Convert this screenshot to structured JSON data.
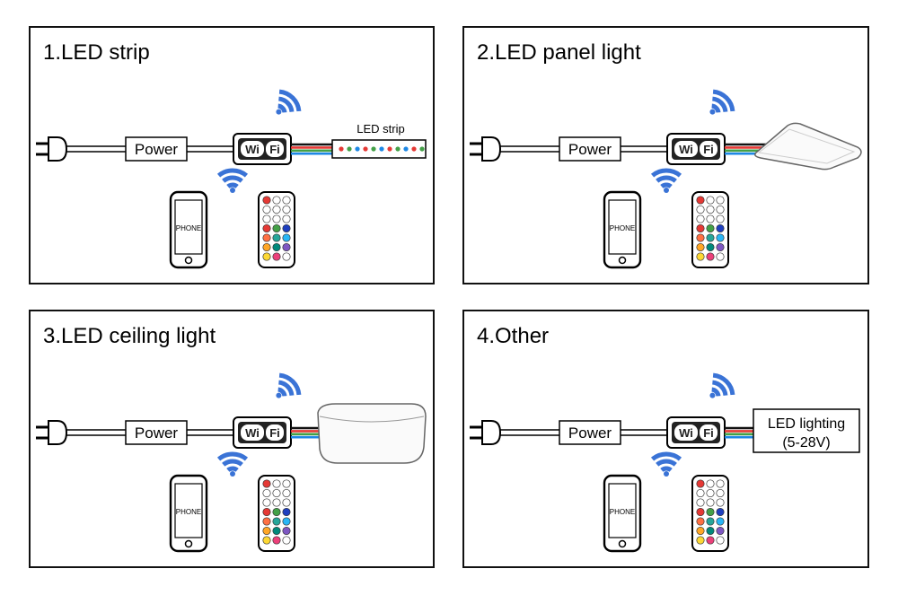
{
  "panels": [
    {
      "title": "1.LED strip",
      "power_label": "Power",
      "phone_label": "PHONE",
      "device_label": "LED strip"
    },
    {
      "title": "2.LED panel light",
      "power_label": "Power",
      "phone_label": "PHONE"
    },
    {
      "title": "3.LED ceiling light",
      "power_label": "Power",
      "phone_label": "PHONE"
    },
    {
      "title": "4.Other",
      "power_label": "Power",
      "phone_label": "PHONE",
      "device_label_line1": "LED lighting",
      "device_label_line2": "(5-28V)"
    }
  ],
  "controller": {
    "wi": "Wi",
    "fi": "Fi"
  },
  "colors": {
    "wifi_signal": "#3a73d6",
    "wire_red": "#e53935",
    "wire_green": "#43a047",
    "wire_blue": "#1e88e5",
    "wire_black": "#111111"
  },
  "remote_button_colors": [
    [
      "#e53935",
      "#ffffff",
      "#ffffff"
    ],
    [
      "#ffffff",
      "#ffffff",
      "#ffffff"
    ],
    [
      "#ffffff",
      "#ffffff",
      "#ffffff"
    ],
    [
      "#e53935",
      "#43a047",
      "#1e3fbf"
    ],
    [
      "#ff7043",
      "#26a69a",
      "#29b6f6"
    ],
    [
      "#ffa726",
      "#00897b",
      "#7e57c2"
    ],
    [
      "#fdd835",
      "#ec407a",
      "#ffffff"
    ]
  ],
  "strip_dot_colors": [
    "#e53935",
    "#43a047",
    "#1e88e5",
    "#e53935",
    "#43a047",
    "#1e88e5",
    "#e53935",
    "#43a047",
    "#1e88e5",
    "#e53935",
    "#43a047"
  ]
}
